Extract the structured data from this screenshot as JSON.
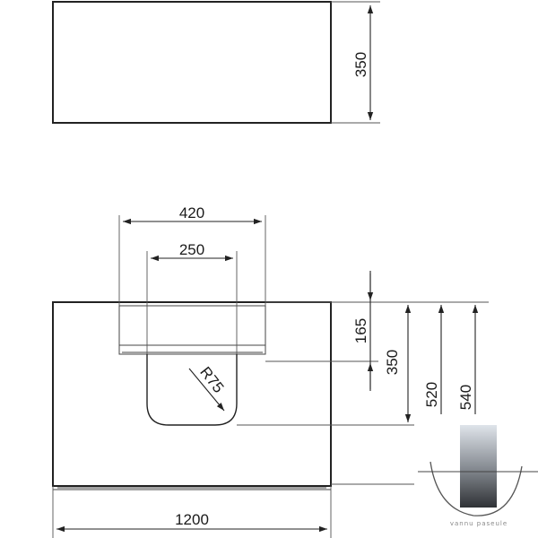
{
  "dimensions": {
    "top_view_depth": "350",
    "front_outer_width": "420",
    "front_inner_width": "250",
    "front_drawer_height": "165",
    "front_depth": "350",
    "front_h520": "520",
    "front_h540": "540",
    "front_radius": "R75",
    "overall_width": "1200"
  },
  "watermark": {
    "text": "vannu paseule"
  }
}
